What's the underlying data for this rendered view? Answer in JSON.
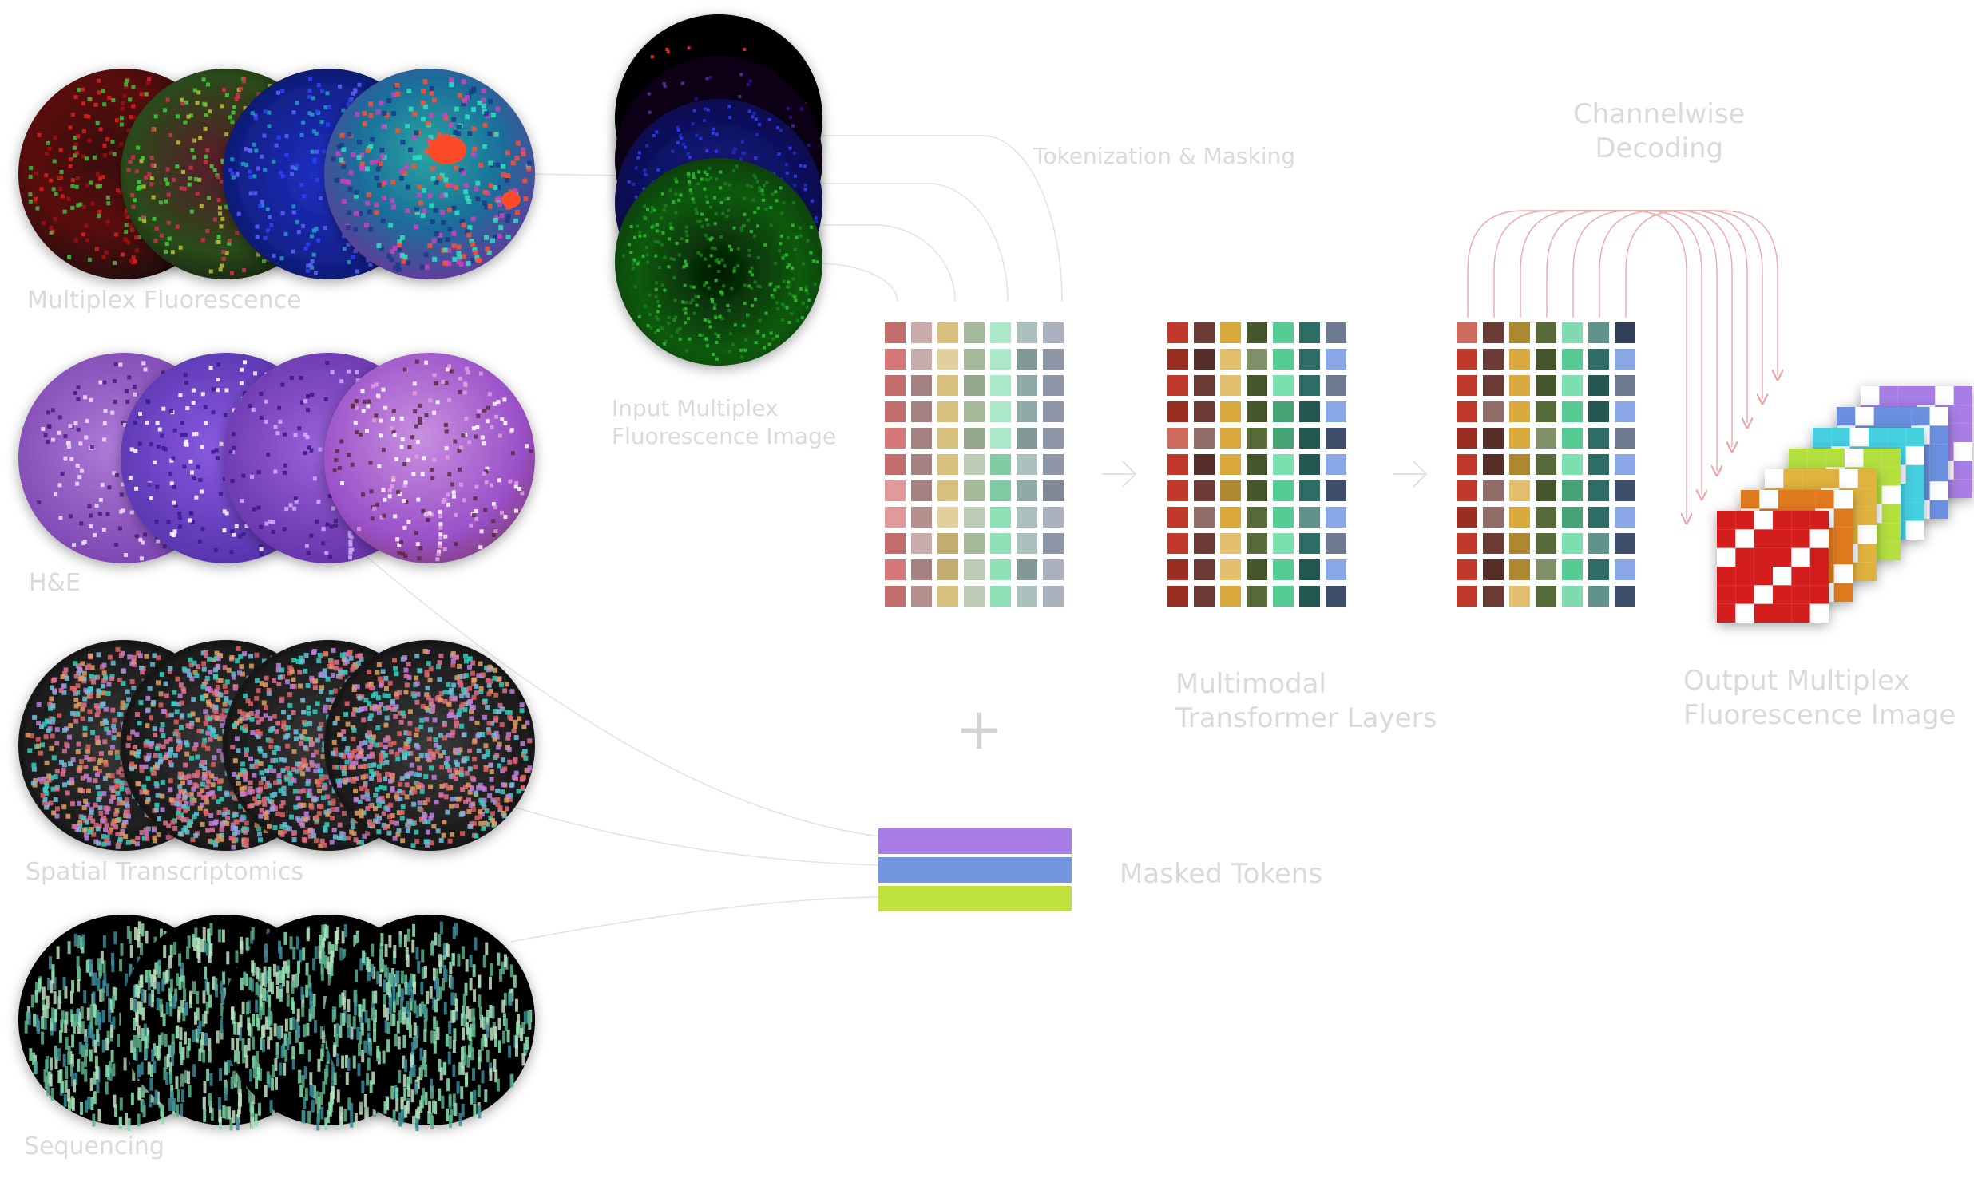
{
  "modalities": [
    {
      "id": "mf",
      "label": "Multiplex Fluorescence"
    },
    {
      "id": "he",
      "label": "H&E"
    },
    {
      "id": "st",
      "label": "Spatial Transcriptomics"
    },
    {
      "id": "seq",
      "label": "Sequencing"
    }
  ],
  "labels": {
    "input_line1": "Input Multiplex",
    "input_line2": "Fluorescence Image",
    "tokenization": "Tokenization & Masking",
    "decode_line1": "Channelwise",
    "decode_line2": "Decoding",
    "transformer_line1": "Multimodal",
    "transformer_line2": "Transformer Layers",
    "output_line1": "Output Multiplex",
    "output_line2": "Fluorescence Image",
    "masked_tokens": "Masked Tokens",
    "plus": "+"
  },
  "palettes": {
    "grid1": [
      "#d77878",
      "#b88f8f",
      "#d7c07e",
      "#a5ba9a",
      "#8ee0b6",
      "#8fa9a6",
      "#8e96a8"
    ],
    "grid2": [
      "#c0392b",
      "#6d3b35",
      "#d9a93d",
      "#566b37",
      "#56cc94",
      "#2e6d66",
      "#3d4d6a"
    ],
    "grid3": [
      "#c0392b",
      "#6d3b35",
      "#d9a93d",
      "#566b37",
      "#56cc94",
      "#2e6d66",
      "#3d4d6a"
    ],
    "masked": [
      "#a87ee6",
      "#7495e0",
      "#bfe23e"
    ],
    "output_layers": [
      "#a87ee6",
      "#6b90e0",
      "#45d0e0",
      "#b4e03e",
      "#e0b23e",
      "#e07a1e",
      "#d41e1e"
    ]
  },
  "icons": {
    "arrow": "arrow-right-icon",
    "plus": "plus-icon"
  }
}
